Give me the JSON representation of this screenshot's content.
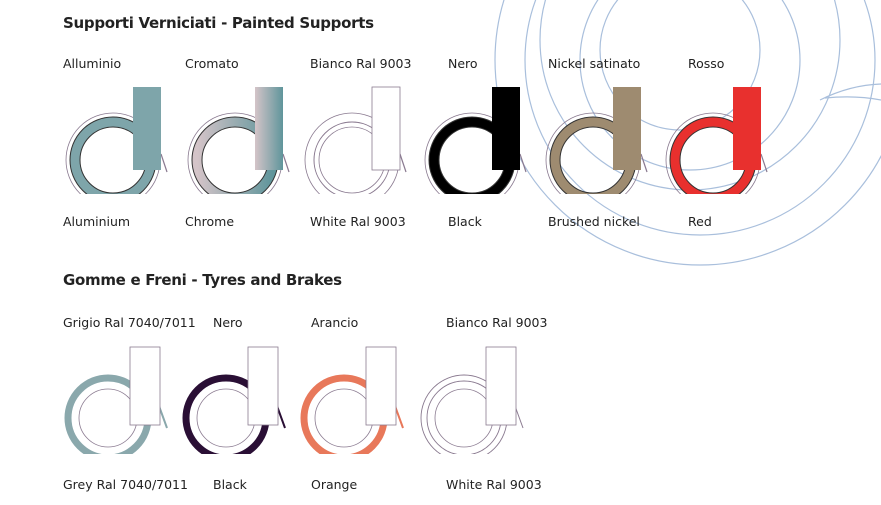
{
  "painted": {
    "title": "Supporti Verniciati - Painted Supports",
    "items": [
      {
        "it": "Alluminio",
        "en": "Aluminium",
        "color": "#7ea5aa"
      },
      {
        "it": "Cromato",
        "en": "Chrome",
        "color": "chrome"
      },
      {
        "it": "Bianco Ral 9003",
        "en": "White Ral 9003",
        "color": "#ffffff"
      },
      {
        "it": "Nero",
        "en": "Black",
        "color": "#000000"
      },
      {
        "it": "Nickel satinato",
        "en": "Brushed nickel",
        "color": "#9e8b70"
      },
      {
        "it": "Rosso",
        "en": "Red",
        "color": "#e8302e"
      }
    ]
  },
  "tyres": {
    "title": "Gomme e Freni - Tyres and Brakes",
    "items": [
      {
        "it": "Grigio Ral 7040/7011",
        "en": "Grey Ral 7040/7011",
        "color": "#8aa8ac"
      },
      {
        "it": "Nero",
        "en": "Black",
        "color": "#2a0f35"
      },
      {
        "it": "Arancio",
        "en": "Orange",
        "color": "#e8785a"
      },
      {
        "it": "Bianco Ral 9003",
        "en": "White Ral 9003",
        "color": "#ffffff"
      }
    ]
  }
}
